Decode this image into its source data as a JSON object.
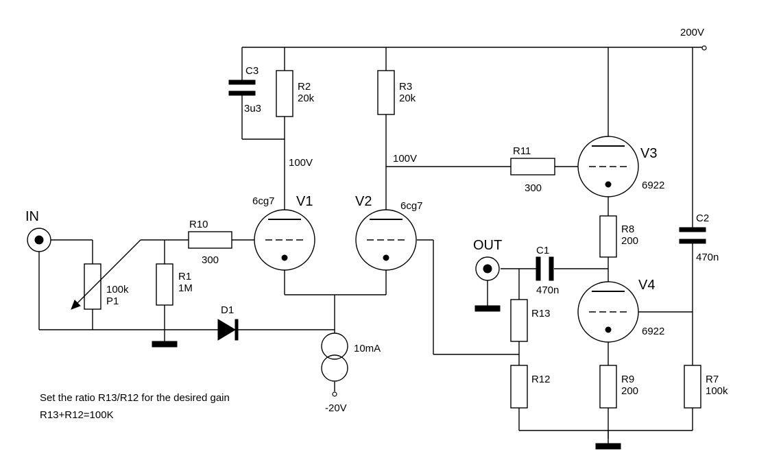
{
  "supply": {
    "top": "200V",
    "bottom": "-20V"
  },
  "connectors": {
    "in": "IN",
    "out": "OUT"
  },
  "tubes": {
    "v1": {
      "name": "V1",
      "type": "6cg7"
    },
    "v2": {
      "name": "V2",
      "type": "6cg7"
    },
    "v3": {
      "name": "V3",
      "type": "6922"
    },
    "v4": {
      "name": "V4",
      "type": "6922"
    }
  },
  "components": {
    "r1": {
      "name": "R1",
      "value": "1M"
    },
    "r2": {
      "name": "R2",
      "value": "20k"
    },
    "r3": {
      "name": "R3",
      "value": "20k"
    },
    "r7": {
      "name": "R7",
      "value": "100k"
    },
    "r8": {
      "name": "R8",
      "value": "200"
    },
    "r9": {
      "name": "R9",
      "value": "200"
    },
    "r10": {
      "name": "R10",
      "value": "300"
    },
    "r11": {
      "name": "R11",
      "value": "300"
    },
    "r12": {
      "name": "R12"
    },
    "r13": {
      "name": "R13"
    },
    "p1": {
      "name": "P1",
      "value": "100k"
    },
    "c1": {
      "name": "C1",
      "value": "470n"
    },
    "c2": {
      "name": "C2",
      "value": "470n"
    },
    "c3": {
      "name": "C3",
      "value": "3u3"
    },
    "d1": {
      "name": "D1"
    },
    "is1": {
      "value": "10mA"
    }
  },
  "nodes": {
    "v1_plate": "100V",
    "v2_plate": "100V"
  },
  "notes": [
    "Set the ratio R13/R12 for the desired gain",
    "R13+R12=100K"
  ]
}
